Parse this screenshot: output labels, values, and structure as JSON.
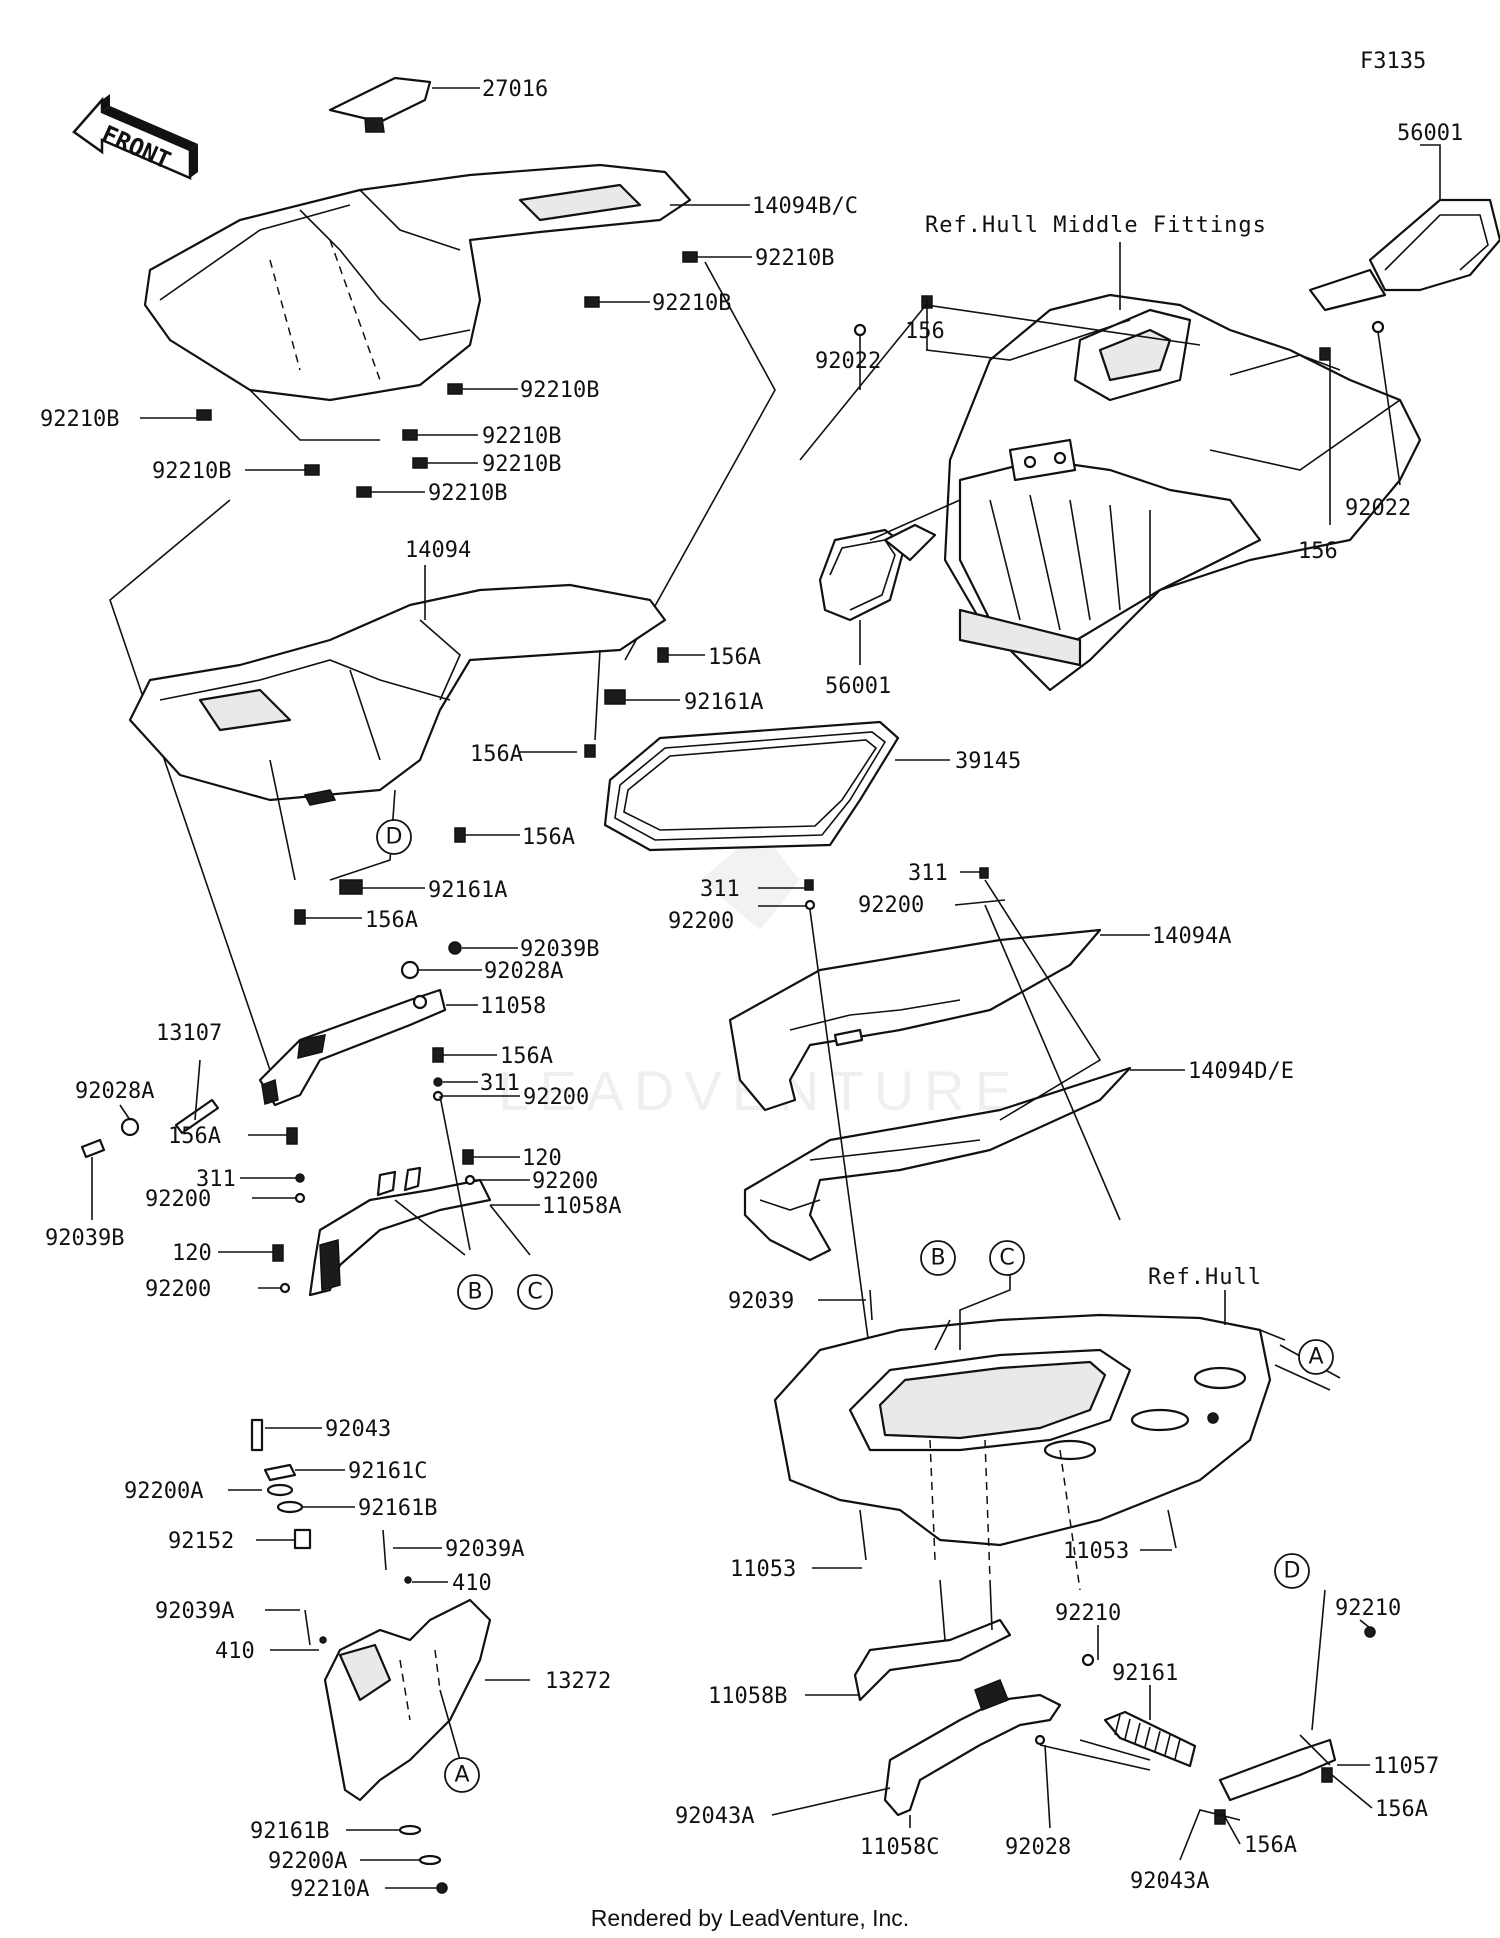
{
  "figure_code": "F3135",
  "front_label": "FRONT",
  "references": {
    "hull_middle": "Ref.Hull Middle Fittings",
    "hull": "Ref.Hull"
  },
  "watermark": "LEADVENTURE",
  "footer": "Rendered by LeadVenture, Inc.",
  "callouts": {
    "A": "A",
    "B": "B",
    "C": "C",
    "D": "D"
  },
  "parts": {
    "p27016": "27016",
    "p14094BC": "14094B/C",
    "p92210B_1": "92210B",
    "p92210B_2": "92210B",
    "p92210B_3": "92210B",
    "p92210B_4": "92210B",
    "p92210B_5": "92210B",
    "p92210B_6": "92210B",
    "p92210B_7": "92210B",
    "p92210B_8": "92210B",
    "p14094": "14094",
    "p156A_1": "156A",
    "p92161A_1": "92161A",
    "p156A_2": "156A",
    "p156A_3": "156A",
    "p92161A_2": "92161A",
    "p156A_4": "156A",
    "p92039B_1": "92039B",
    "p92028A_1": "92028A",
    "p11058": "11058",
    "p156A_5": "156A",
    "p13107": "13107",
    "p92028A_2": "92028A",
    "p311_1": "311",
    "p92200_1": "92200",
    "p120_1": "120",
    "p92200_2": "92200",
    "p11058A": "11058A",
    "p156A_6": "156A",
    "p311_2": "311",
    "p92200_3": "92200",
    "p120_2": "120",
    "p92200_4": "92200",
    "p92039B_2": "92039B",
    "p92043": "92043",
    "p92161C": "92161C",
    "p92200A_1": "92200A",
    "p92161B_1": "92161B",
    "p92152": "92152",
    "p92039A_1": "92039A",
    "p410_1": "410",
    "p92039A_2": "92039A",
    "p410_2": "410",
    "p13272": "13272",
    "p92161B_2": "92161B",
    "p92200A_2": "92200A",
    "p92210A": "92210A",
    "p56001_1": "56001",
    "p156_1": "156",
    "p92022_1": "92022",
    "p92022_2": "92022",
    "p156_2": "156",
    "p56001_2": "56001",
    "p39145": "39145",
    "p311_3": "311",
    "p92200_5": "92200",
    "p311_4": "311",
    "p92200_6": "92200",
    "p14094A": "14094A",
    "p14094DE": "14094D/E",
    "p92039": "92039",
    "p11053_1": "11053",
    "p11053_2": "11053",
    "p11058B": "11058B",
    "p92210_1": "92210",
    "p92161": "92161",
    "p92210_2": "92210",
    "p11057": "11057",
    "p92043A_1": "92043A",
    "p11058C": "11058C",
    "p92028": "92028",
    "p156A_7": "156A",
    "p156A_8": "156A",
    "p92043A_2": "92043A"
  }
}
